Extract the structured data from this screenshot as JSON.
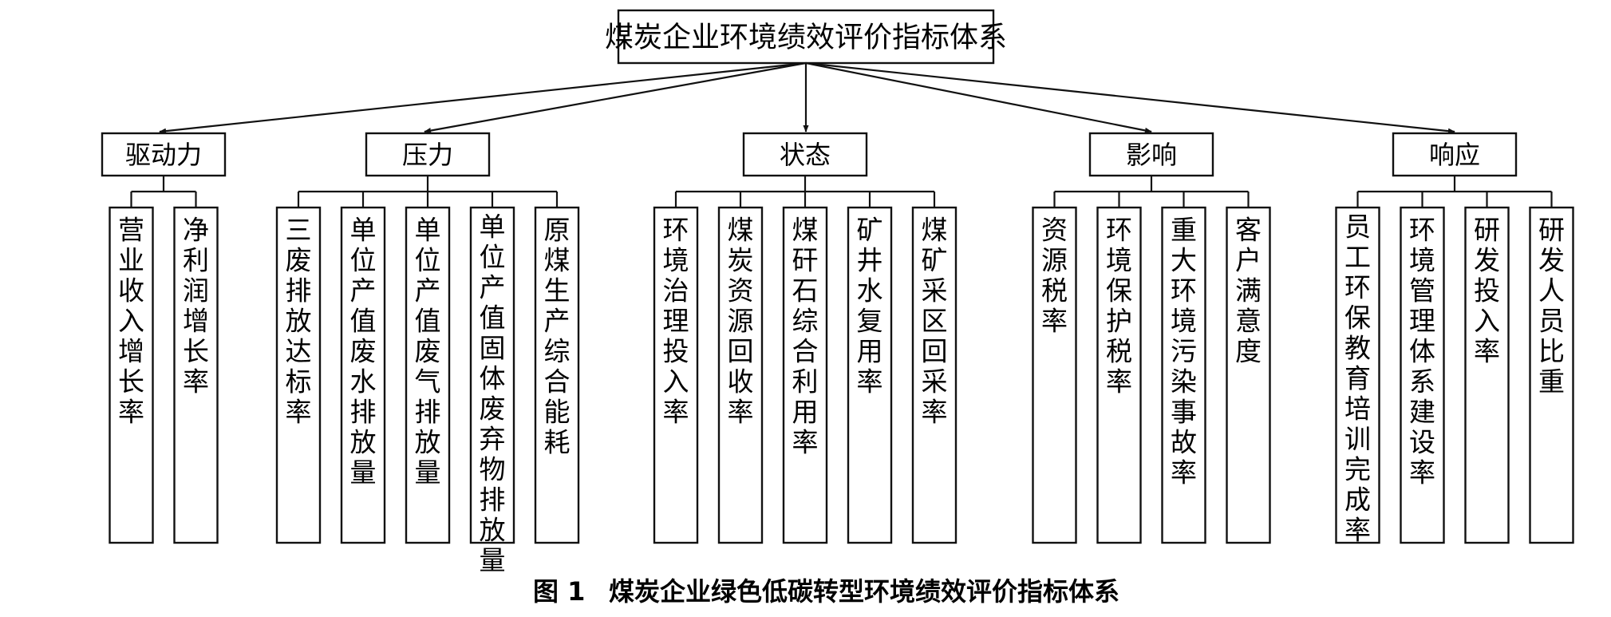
{
  "root": "煤炭企业环境绩效评价指标体系",
  "categories": [
    {
      "label": "驱动力",
      "indicators": [
        "营业收入增长率",
        "净利润增长率"
      ]
    },
    {
      "label": "压力",
      "indicators": [
        "三废排放达标率",
        "单位产值废水排放量",
        "单位产值废气排放量",
        "单位产值固体废弃物排放量",
        "原煤生产综合能耗"
      ]
    },
    {
      "label": "状态",
      "indicators": [
        "环境治理投入率",
        "煤炭资源回收率",
        "煤矸石综合利用率",
        "矿井水复用率",
        "煤矿采区回采率"
      ]
    },
    {
      "label": "影响",
      "indicators": [
        "资源税率",
        "环境保护税率",
        "重大环境污染事故率",
        "客户满意度"
      ]
    },
    {
      "label": "响应",
      "indicators": [
        "员工环保教育培训完成率",
        "环境管理体系建设率",
        "研发投入率",
        "研发人员比重"
      ]
    }
  ],
  "caption": {
    "number": "图 1",
    "title": "煤炭企业绿色低碳转型环境绩效评价指标体系"
  }
}
